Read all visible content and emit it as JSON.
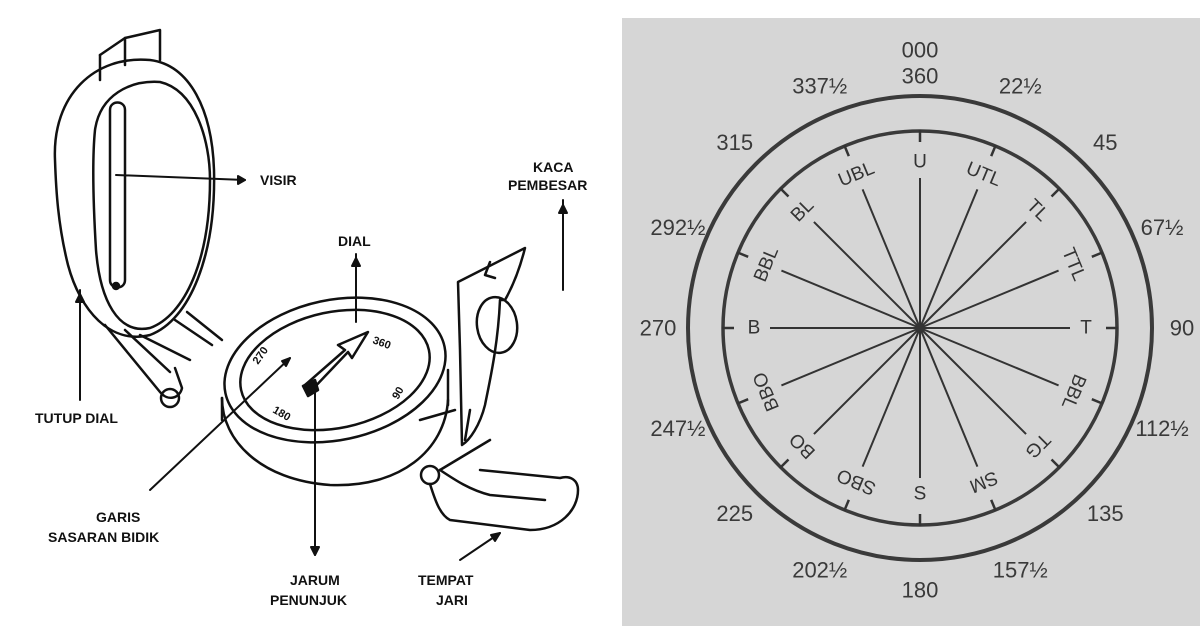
{
  "colors": {
    "line": "#111111",
    "compass_bg": "#d6d6d6",
    "compass_ink": "#333333"
  },
  "compass_diagram": {
    "labels": {
      "visir": "VISIR",
      "kaca_line1": "KACA",
      "kaca_line2": "PEMBESAR",
      "dial": "DIAL",
      "tutup_dial": "TUTUP DIAL",
      "garis_line1": "GARIS",
      "garis_line2": "SASARAN BIDIK",
      "jarum_line1": "JARUM",
      "jarum_line2": "PENUNJUK",
      "tempat_line1": "TEMPAT",
      "tempat_line2": "JARI"
    },
    "dial_numbers": {
      "n270": "270",
      "n360": "360",
      "n90": "90",
      "n180": "180"
    }
  },
  "compass_rose": {
    "outer_degrees": [
      {
        "angle": 0,
        "top": "000",
        "label": "360"
      },
      {
        "angle": 22.5,
        "label": "22½"
      },
      {
        "angle": 45,
        "label": "45"
      },
      {
        "angle": 67.5,
        "label": "67½"
      },
      {
        "angle": 90,
        "label": "90"
      },
      {
        "angle": 112.5,
        "label": "112½"
      },
      {
        "angle": 135,
        "label": "135"
      },
      {
        "angle": 157.5,
        "label": "157½"
      },
      {
        "angle": 180,
        "label": "180"
      },
      {
        "angle": 202.5,
        "label": "202½"
      },
      {
        "angle": 225,
        "label": "225"
      },
      {
        "angle": 247.5,
        "label": "247½"
      },
      {
        "angle": 270,
        "label": "270"
      },
      {
        "angle": 292.5,
        "label": "292½"
      },
      {
        "angle": 315,
        "label": "315"
      },
      {
        "angle": 337.5,
        "label": "337½"
      }
    ],
    "directions": [
      {
        "angle": 0,
        "label": "U"
      },
      {
        "angle": 22.5,
        "label": "UTL"
      },
      {
        "angle": 45,
        "label": "TL"
      },
      {
        "angle": 67.5,
        "label": "TTL"
      },
      {
        "angle": 90,
        "label": "T"
      },
      {
        "angle": 112.5,
        "label": "BBL"
      },
      {
        "angle": 135,
        "label": "TG"
      },
      {
        "angle": 157.5,
        "label": "SM"
      },
      {
        "angle": 180,
        "label": "S"
      },
      {
        "angle": 202.5,
        "label": "SBO"
      },
      {
        "angle": 225,
        "label": "BO"
      },
      {
        "angle": 247.5,
        "label": "BBO"
      },
      {
        "angle": 270,
        "label": "B"
      },
      {
        "angle": 292.5,
        "label": "BBL"
      },
      {
        "angle": 315,
        "label": "BL"
      },
      {
        "angle": 337.5,
        "label": "UBL"
      }
    ]
  }
}
